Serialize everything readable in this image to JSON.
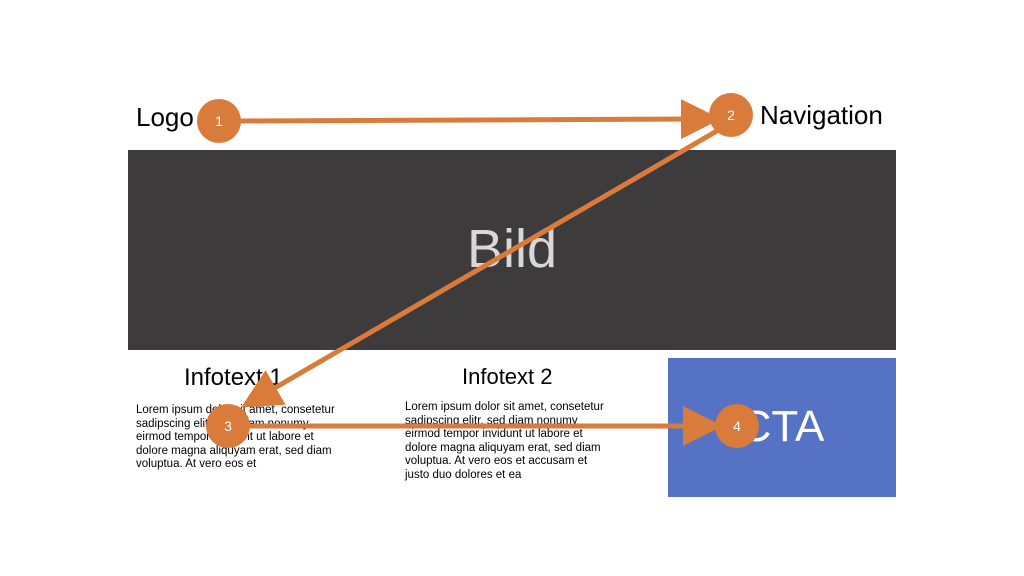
{
  "labels": {
    "logo": "Logo",
    "navigation": "Navigation",
    "hero": "Bild",
    "cta": "CTA"
  },
  "infotext1": {
    "title": "Infotext 1",
    "body": "Lorem ipsum dolor sit amet, consetetur\nsadipscing elitr, sed diam nonumy\neirmod tempor invidunt ut labore et\ndolore magna aliquyam erat, sed diam\nvoluptua. At vero eos et"
  },
  "infotext2": {
    "title": "Infotext 2",
    "body": "Lorem ipsum dolor sit amet, consetetur\nsadipscing elitr, sed diam nonumy\neirmod tempor invidunt ut labore et\ndolore magna aliquyam erat, sed diam\nvoluptua. At vero eos et accusam et\njusto duo dolores et ea"
  },
  "steps": [
    "1",
    "2",
    "3",
    "4"
  ],
  "colors": {
    "arrow": "#d97b3a",
    "hero_bg": "#3e3b3c",
    "hero_text": "#d8d8d8",
    "cta_bg": "#5672c4",
    "cta_text": "#ffffff"
  }
}
